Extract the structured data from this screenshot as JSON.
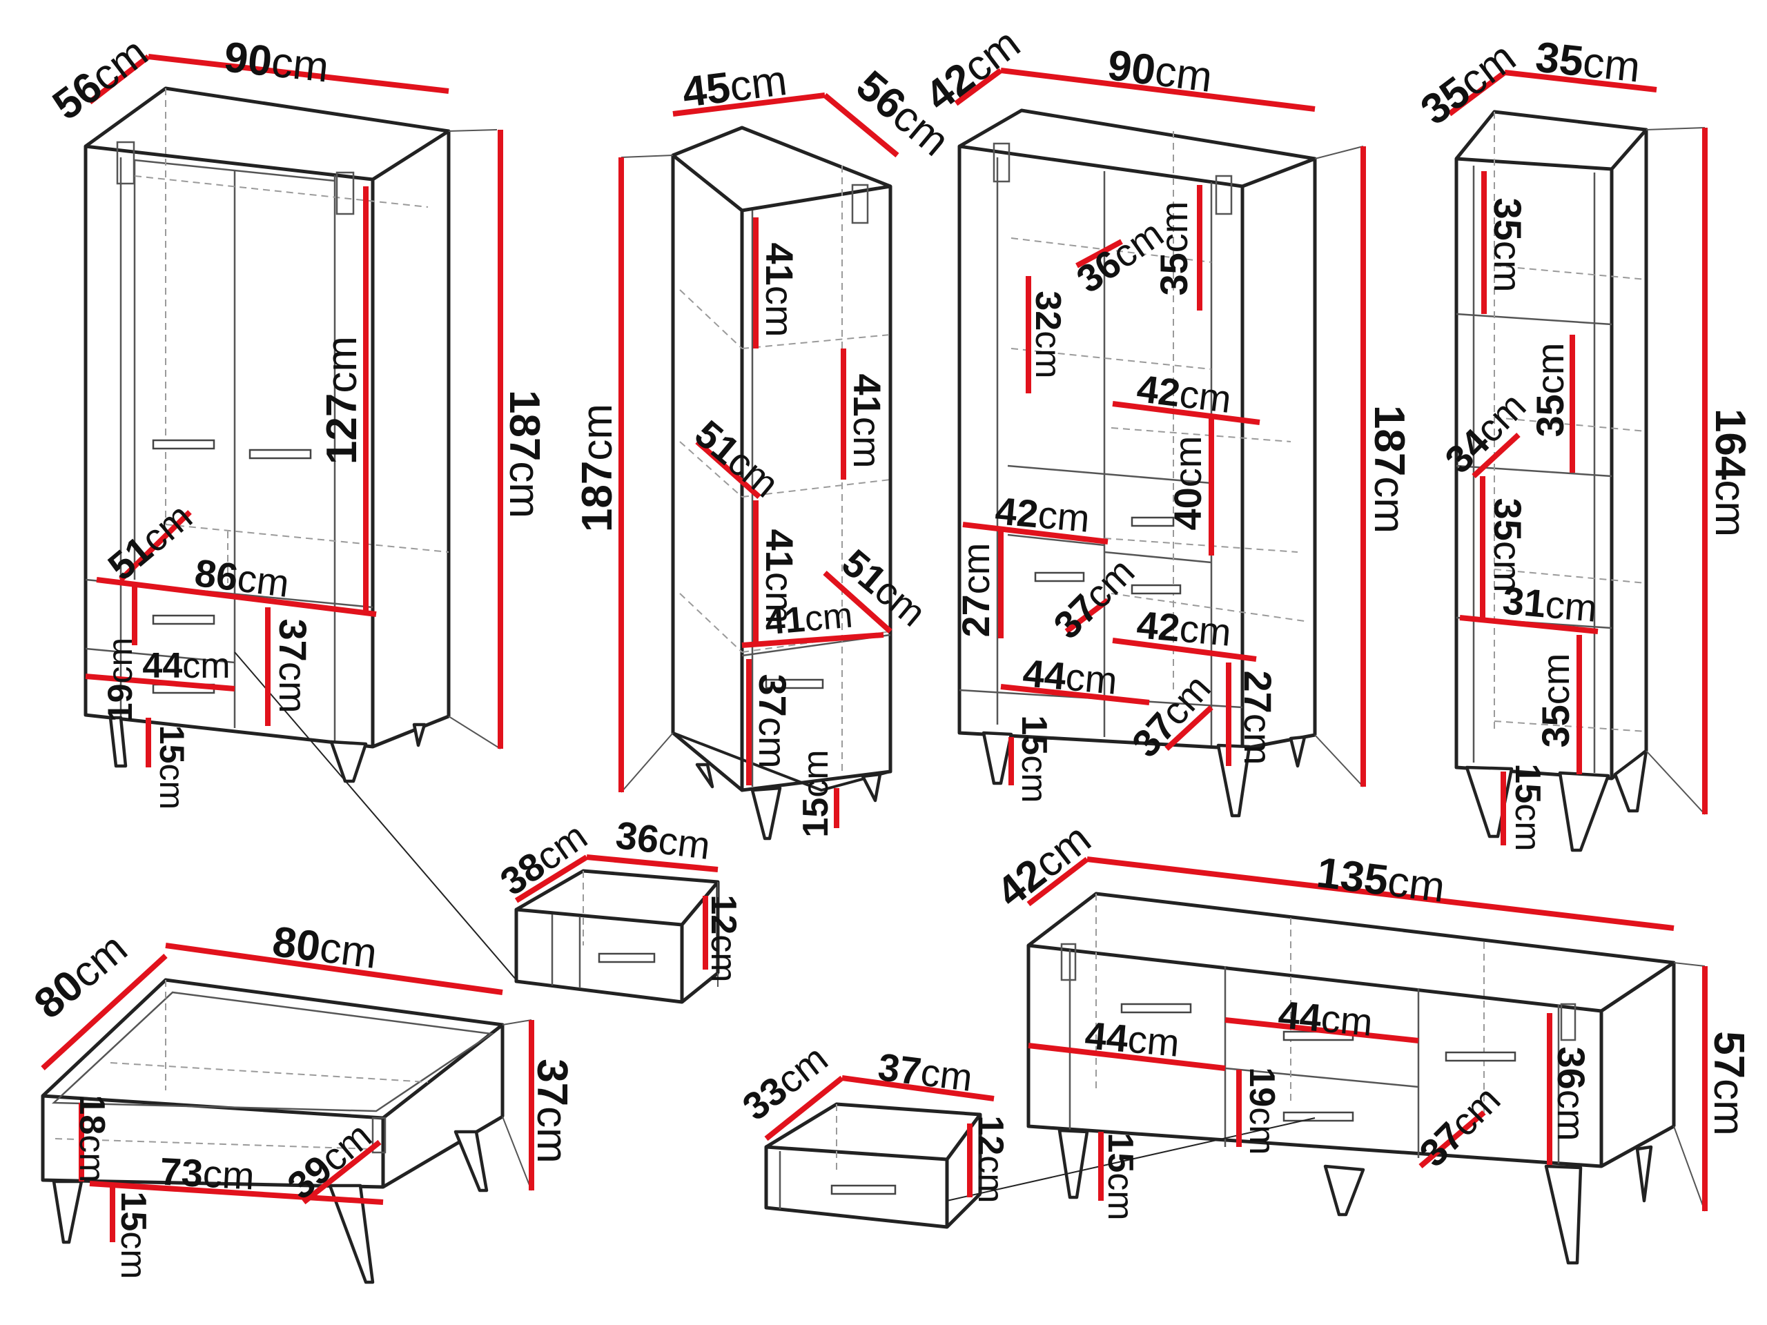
{
  "labels": {
    "wd_w": [
      "90",
      "cm"
    ],
    "wd_d": [
      "56",
      "cm"
    ],
    "wd_h": [
      "187",
      "cm"
    ],
    "wd_door": [
      "127",
      "cm"
    ],
    "wd_51": [
      "51",
      "cm"
    ],
    "wd_86": [
      "86",
      "cm"
    ],
    "wd_19": [
      "19",
      "cm"
    ],
    "wd_44": [
      "44",
      "cm"
    ],
    "wd_37": [
      "37",
      "cm"
    ],
    "wd_15": [
      "15",
      "cm"
    ],
    "bk_w": [
      "45",
      "cm"
    ],
    "bk_d": [
      "56",
      "cm"
    ],
    "bk_h": [
      "187",
      "cm"
    ],
    "bk_41a": [
      "41",
      "cm"
    ],
    "bk_41b": [
      "41",
      "cm"
    ],
    "bk_51a": [
      "51",
      "cm"
    ],
    "bk_41c": [
      "41",
      "cm"
    ],
    "bk_51b": [
      "51",
      "cm"
    ],
    "bk_41d": [
      "41",
      "cm"
    ],
    "bk_37": [
      "37",
      "cm"
    ],
    "bk_15": [
      "15",
      "cm"
    ],
    "vt_w": [
      "90",
      "cm"
    ],
    "vt_d": [
      "42",
      "cm"
    ],
    "vt_h": [
      "187",
      "cm"
    ],
    "vt_36": [
      "36",
      "cm"
    ],
    "vt_35": [
      "35",
      "cm"
    ],
    "vt_32": [
      "32",
      "cm"
    ],
    "vt_42a": [
      "42",
      "cm"
    ],
    "vt_40": [
      "40",
      "cm"
    ],
    "vt_42b": [
      "42",
      "cm"
    ],
    "vt_27a": [
      "27",
      "cm"
    ],
    "vt_37a": [
      "37",
      "cm"
    ],
    "vt_42c": [
      "42",
      "cm"
    ],
    "vt_44": [
      "44",
      "cm"
    ],
    "vt_37b": [
      "37",
      "cm"
    ],
    "vt_27b": [
      "27",
      "cm"
    ],
    "vt_15": [
      "15",
      "cm"
    ],
    "sh_w": [
      "35",
      "cm"
    ],
    "sh_d": [
      "35",
      "cm"
    ],
    "sh_h": [
      "164",
      "cm"
    ],
    "sh_35a": [
      "35",
      "cm"
    ],
    "sh_35b": [
      "35",
      "cm"
    ],
    "sh_34": [
      "34",
      "cm"
    ],
    "sh_35c": [
      "35",
      "cm"
    ],
    "sh_31": [
      "31",
      "cm"
    ],
    "sh_35d": [
      "35",
      "cm"
    ],
    "sh_15": [
      "15",
      "cm"
    ],
    "dr1_d": [
      "38",
      "cm"
    ],
    "dr1_w": [
      "36",
      "cm"
    ],
    "dr1_h": [
      "12",
      "cm"
    ],
    "ct_d": [
      "80",
      "cm"
    ],
    "ct_w": [
      "80",
      "cm"
    ],
    "ct_h": [
      "37",
      "cm"
    ],
    "ct_18": [
      "18",
      "cm"
    ],
    "ct_73": [
      "73",
      "cm"
    ],
    "ct_39": [
      "39",
      "cm"
    ],
    "ct_15": [
      "15",
      "cm"
    ],
    "tv_d": [
      "42",
      "cm"
    ],
    "tv_w": [
      "135",
      "cm"
    ],
    "tv_h": [
      "57",
      "cm"
    ],
    "tv_44a": [
      "44",
      "cm"
    ],
    "tv_44b": [
      "44",
      "cm"
    ],
    "tv_19": [
      "19",
      "cm"
    ],
    "tv_36": [
      "36",
      "cm"
    ],
    "tv_37": [
      "37",
      "cm"
    ],
    "tv_15": [
      "15",
      "cm"
    ],
    "dr2_d": [
      "33",
      "cm"
    ],
    "dr2_w": [
      "37",
      "cm"
    ],
    "dr2_h": [
      "12",
      "cm"
    ]
  }
}
